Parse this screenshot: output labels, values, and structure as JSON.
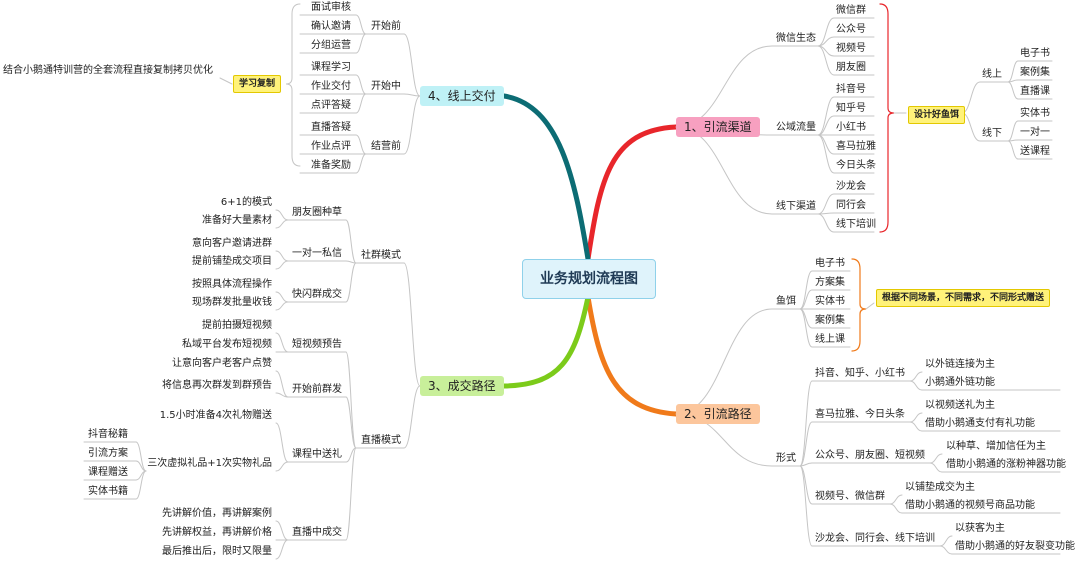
{
  "root": "业务规划流程图",
  "colors": {
    "b1": "#e8262b",
    "b2": "#f07a1a",
    "b3": "#7ccb1a",
    "b4": "#0c6c74",
    "b1_fill": "#f7a0c0",
    "b2_fill": "#fcc69c",
    "b3_fill": "#c8ef9a",
    "b4_fill": "#bff1f6",
    "tag": "#fff27a",
    "thin": "#c5c5c5"
  },
  "b1": {
    "label": "1、引流渠道",
    "groups": [
      {
        "label": "微信生态",
        "items": [
          "微信群",
          "公众号",
          "视频号",
          "朋友圈"
        ]
      },
      {
        "label": "公域流量",
        "items": [
          "抖音号",
          "知乎号",
          "小红书",
          "喜马拉雅",
          "今日头条"
        ]
      },
      {
        "label": "线下渠道",
        "items": [
          "沙龙会",
          "同行会",
          "线下培训"
        ]
      }
    ],
    "tag": "设计好鱼饵",
    "online": {
      "label": "线上",
      "items": [
        "电子书",
        "案例集",
        "直播课"
      ]
    },
    "offline": {
      "label": "线下",
      "items": [
        "实体书",
        "一对一",
        "送课程"
      ]
    }
  },
  "b2": {
    "label": "2、引流路径",
    "bait": {
      "label": "鱼饵",
      "items": [
        "电子书",
        "方案集",
        "实体书",
        "案例集",
        "线上课"
      ],
      "tag": "根据不同场景，不同需求，不同形式赠送"
    },
    "form": {
      "label": "形式",
      "rows": [
        {
          "label": "抖音、知乎、小红书",
          "a": "以外链连接为主",
          "b": "小鹅通外链功能"
        },
        {
          "label": "喜马拉雅、今日头条",
          "a": "以视频送礼为主",
          "b": "借助小鹅通支付有礼功能"
        },
        {
          "label": "公众号、朋友圈、短视频",
          "a": "以种草、增加信任为主",
          "b": "借助小鹅通的涨粉神器功能"
        },
        {
          "label": "视频号、微信群",
          "a": "以铺垫成交为主",
          "b": "借助小鹅通的视频号商品功能"
        },
        {
          "label": "沙龙会、同行会、线下培训",
          "a": "以获客为主",
          "b": "借助小鹅通的好友裂变功能"
        }
      ]
    }
  },
  "b3": {
    "label": "3、成交路径",
    "community": {
      "label": "社群模式",
      "subs": [
        {
          "label": "朋友圈种草",
          "items": [
            "6+1的模式",
            "准备好大量素材"
          ]
        },
        {
          "label": "一对一私信",
          "items": [
            "意向客户邀请进群",
            "提前铺垫成交项目"
          ]
        },
        {
          "label": "快闪群成交",
          "items": [
            "按照具体流程操作",
            "现场群发批量收钱"
          ]
        }
      ]
    },
    "live": {
      "label": "直播模式",
      "subs": [
        {
          "label": "短视频预告",
          "items": [
            "提前拍摄短视频",
            "私域平台发布短视频"
          ]
        },
        {
          "label": "开始前群发",
          "items": [
            "让意向客户老客户点赞",
            "将信息再次群发到群预告"
          ]
        },
        {
          "label": "课程中送礼",
          "items": [
            "1.5小时准备4次礼物赠送",
            "三次虚拟礼品+1次实物礼品"
          ],
          "gifts": [
            "抖音秘籍",
            "引流方案",
            "课程赠送",
            "实体书籍"
          ]
        },
        {
          "label": "直播中成交",
          "items": [
            "先讲解价值，再讲解案例",
            "先讲解权益，再讲解价格",
            "最后推出后，限时又限量"
          ]
        }
      ]
    }
  },
  "b4": {
    "label": "4、线上交付",
    "subs": [
      {
        "label": "开始前",
        "items": [
          "面试审核",
          "确认邀请",
          "分组运营"
        ]
      },
      {
        "label": "开始中",
        "items": [
          "课程学习",
          "作业交付",
          "点评答疑"
        ]
      },
      {
        "label": "结营前",
        "items": [
          "直播答疑",
          "作业点评",
          "准备奖励"
        ]
      }
    ],
    "tag": "学习复制",
    "note": "结合小鹅通特训营的全套流程直接复制拷贝优化"
  }
}
